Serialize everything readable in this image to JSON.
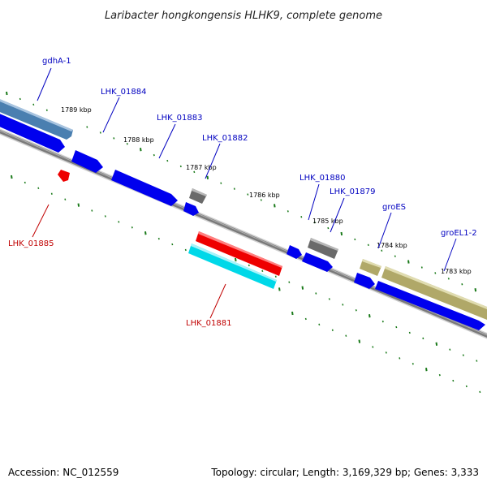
{
  "title": "Laribacter hongkongensis HLHK9, complete genome",
  "footer": {
    "accession": "Accession: NC_012559",
    "summary": "Topology: circular; Length: 3,169,329 bp; Genes: 3,333"
  },
  "colors": {
    "backbone": "#8a8a8a",
    "tick": "#1a7a1a",
    "label_blue": "#0000c0",
    "label_red": "#c00000"
  },
  "scale_labels": [
    {
      "text": "1789 kbp"
    },
    {
      "text": "1788 kbp"
    },
    {
      "text": "1787 kbp"
    },
    {
      "text": "1786 kbp"
    },
    {
      "text": "1785 kbp"
    },
    {
      "text": "1784 kbp"
    },
    {
      "text": "1783 kbp"
    }
  ],
  "genes": [
    {
      "label": "gdhA-1",
      "strand": "+",
      "color": "#4a7fb0",
      "label_color": "blue"
    },
    {
      "label": "LHK_01884",
      "strand": "+",
      "color": "#0000ee",
      "label_color": "blue"
    },
    {
      "label": "LHK_01883",
      "strand": "+",
      "color": "#0000ee",
      "label_color": "blue"
    },
    {
      "label": "LHK_01882",
      "strand": "+",
      "color": "#707070",
      "label_color": "blue"
    },
    {
      "label": "LHK_01880",
      "strand": "+",
      "color": "#0000ee",
      "label_color": "blue"
    },
    {
      "label": "LHK_01879",
      "strand": "+",
      "color": "#707070",
      "label_color": "blue"
    },
    {
      "label": "groES",
      "strand": "+",
      "color": "#b8b070",
      "label_color": "blue"
    },
    {
      "label": "groEL1-2",
      "strand": "+",
      "color": "#b8b070",
      "label_color": "blue"
    },
    {
      "label": "LHK_01885",
      "strand": "-",
      "color": "#ee0000",
      "label_color": "red"
    },
    {
      "label": "LHK_01881",
      "strand": "-",
      "color": "#00d8e8",
      "label_color": "red"
    }
  ]
}
